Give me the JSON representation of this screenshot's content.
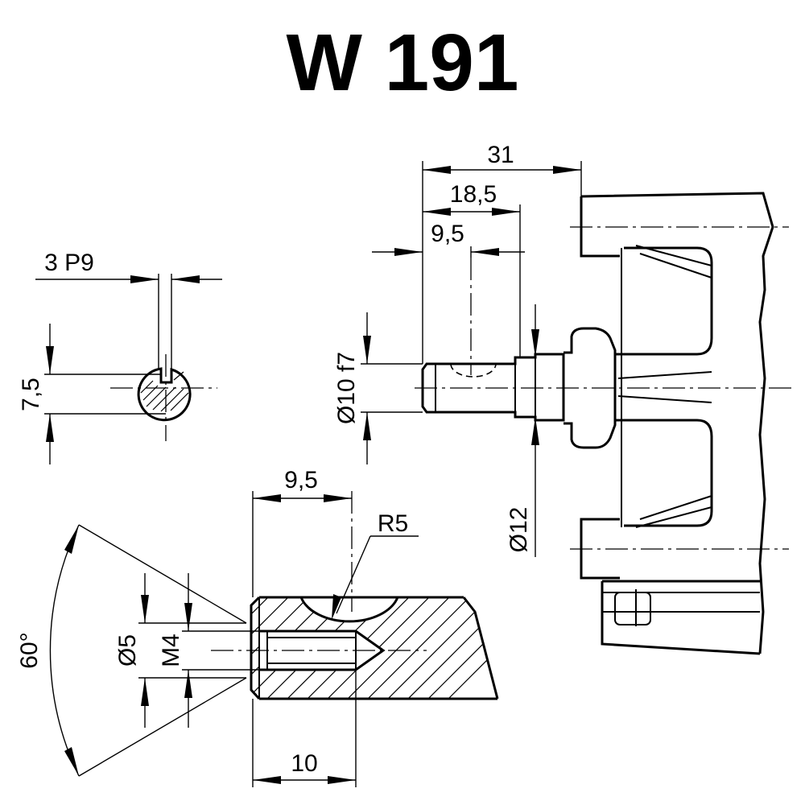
{
  "title": "W 191",
  "dimensions": {
    "overall_length": "31",
    "shaft_length": "18,5",
    "key_length": "9,5",
    "key_width": "3 P9",
    "key_depth": "7,5",
    "shaft_diameter": "Ø10 f7",
    "shoulder_diameter": "Ø12",
    "thread_depth": "9,5",
    "hole_depth": "10",
    "radius": "R5",
    "countersink_angle": "60°",
    "center_diameter": "Ø5",
    "thread": "M4"
  }
}
